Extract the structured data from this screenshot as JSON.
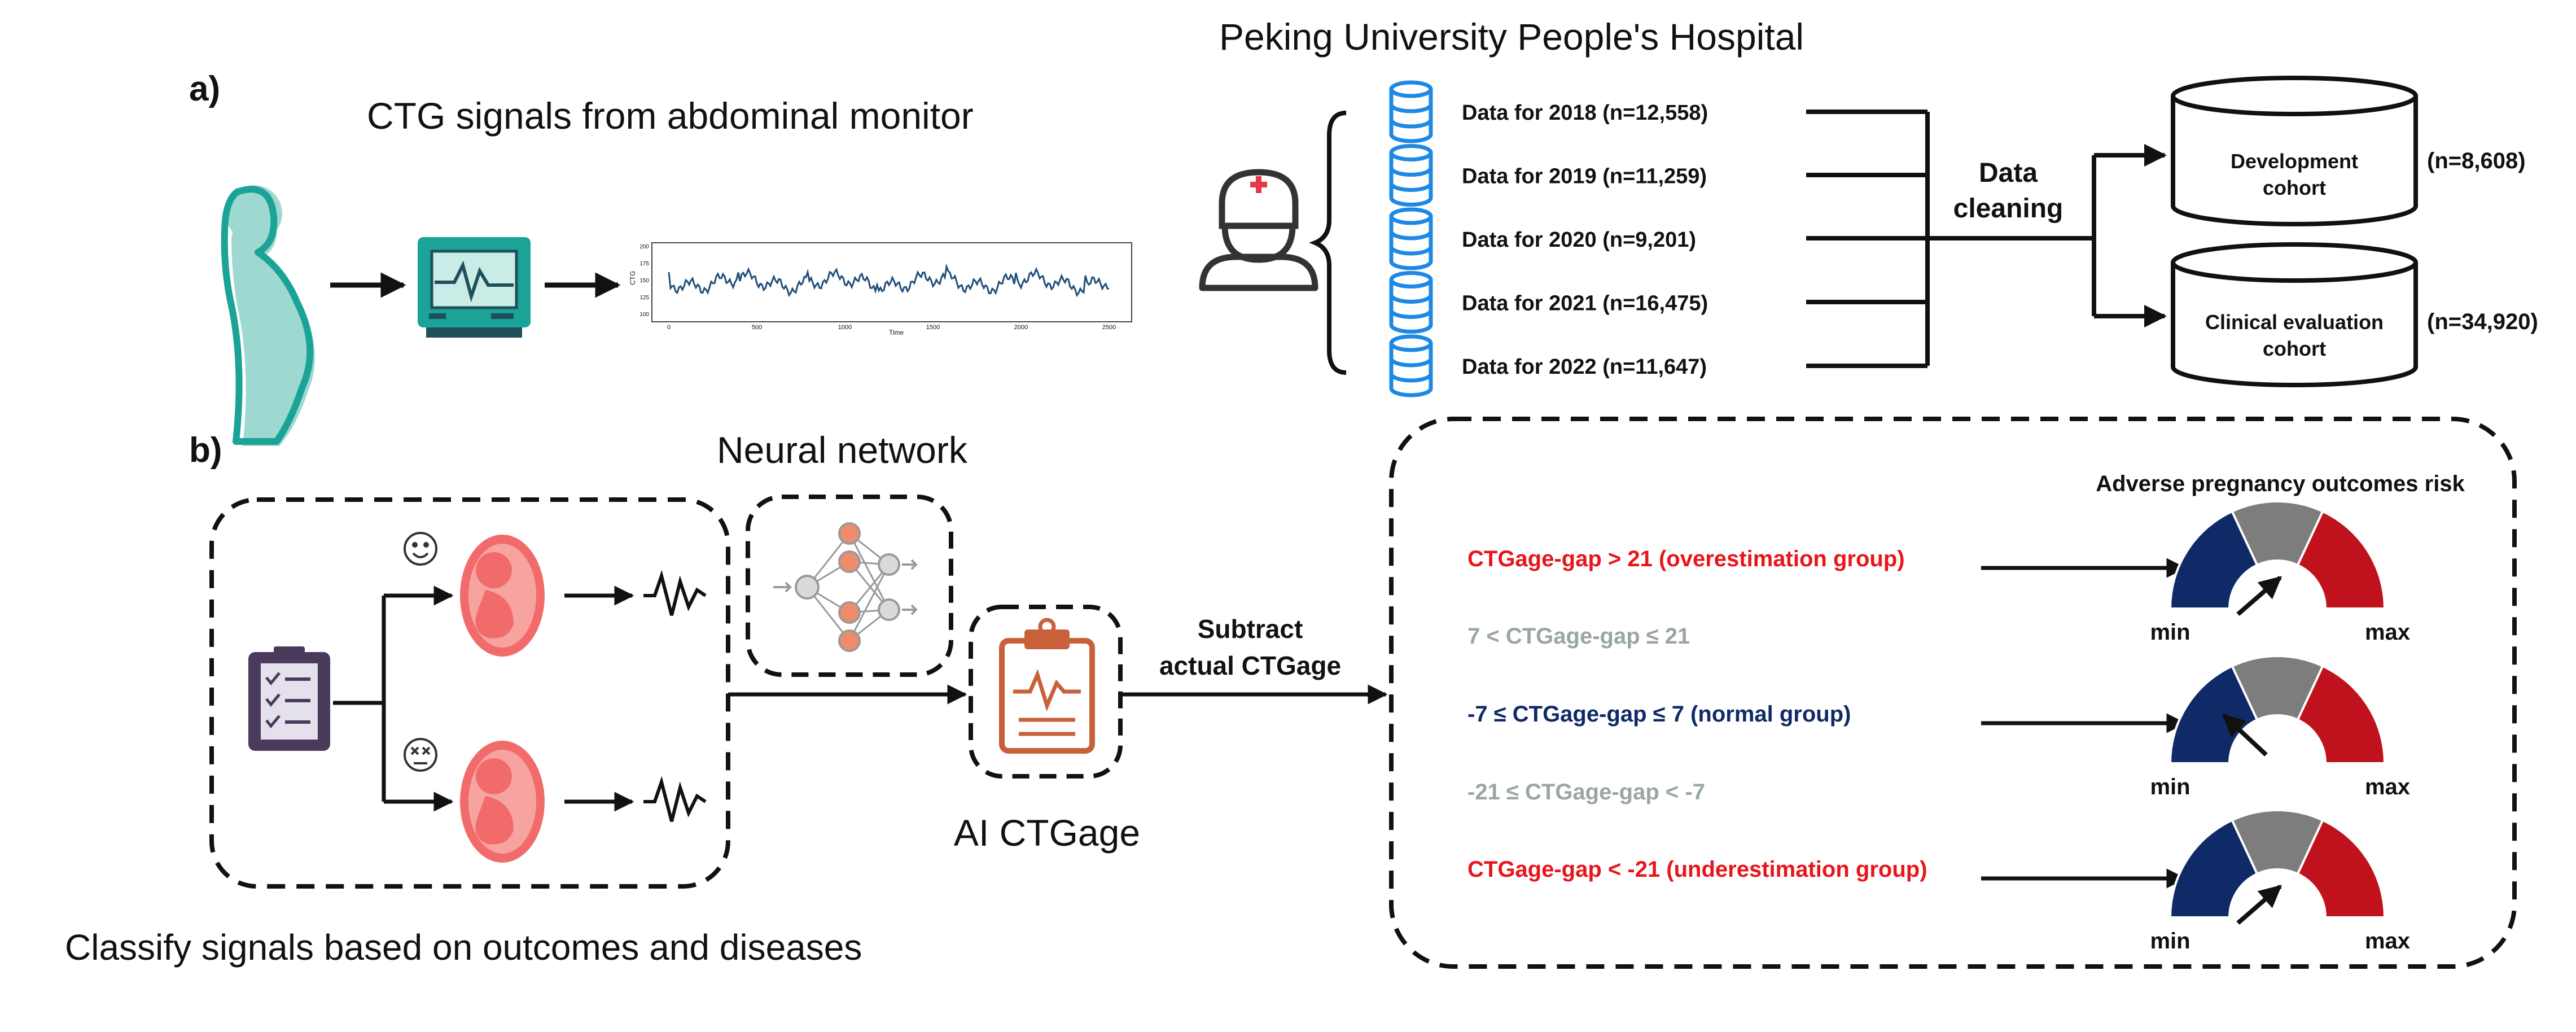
{
  "panel_a": {
    "label": "a)",
    "ctg_title": "CTG signals from abdominal monitor",
    "hospital": "Peking University People's Hospital",
    "datasets": [
      "Data for 2018 (n=12,558)",
      "Data for 2019 (n=11,259)",
      "Data for 2020 (n=9,201)",
      "Data for 2021 (n=16,475)",
      "Data for 2022 (n=11,647)"
    ],
    "cleaning_line1": "Data",
    "cleaning_line2": "cleaning",
    "dev_cohort_line1": "Development",
    "dev_cohort_line2": "cohort",
    "dev_n": "(n=8,608)",
    "clin_cohort_line1": "Clinical evaluation",
    "clin_cohort_line2": "cohort",
    "clin_n": "(n=34,920)",
    "mini_chart": {
      "xlabel": "Time",
      "ylabel": "CTG",
      "x_ticks": [
        "0",
        "500",
        "1000",
        "1500",
        "2000",
        "2500"
      ],
      "y_ticks": [
        "200",
        "175",
        "150",
        "125",
        "100"
      ]
    }
  },
  "panel_b": {
    "label": "b)",
    "neural_network": "Neural network",
    "ai_ctgage": "AI CTGage",
    "subtract_line1": "Subtract",
    "subtract_line2": "actual CTGage",
    "classify": "Classify signals based on outcomes and diseases",
    "risk_title": "Adverse pregnancy outcomes risk",
    "groups": [
      {
        "text": "CTGage-gap > 21 (overestimation group)",
        "color": "#e8151b"
      },
      {
        "text": "7 < CTGage-gap ≤ 21",
        "color": "#9aa79e"
      },
      {
        "text": "-7 ≤ CTGage-gap ≤ 7 (normal group)",
        "color": "#0f2a66"
      },
      {
        "text": "-21 ≤ CTGage-gap < -7",
        "color": "#9aa79e"
      },
      {
        "text": "CTGage-gap < -21 (underestimation group)",
        "color": "#e8151b"
      }
    ],
    "gauge_min": "min",
    "gauge_max": "max"
  },
  "colors": {
    "teal": "#1aa396",
    "teal_light": "#9ed9d1",
    "db_blue": "#1e88e5",
    "fetus": "#f26b6b",
    "gauge_blue": "#0f2a66",
    "gauge_gray": "#7d7d7d",
    "gauge_red": "#c0121c",
    "clipboard_orange": "#c8603a"
  }
}
